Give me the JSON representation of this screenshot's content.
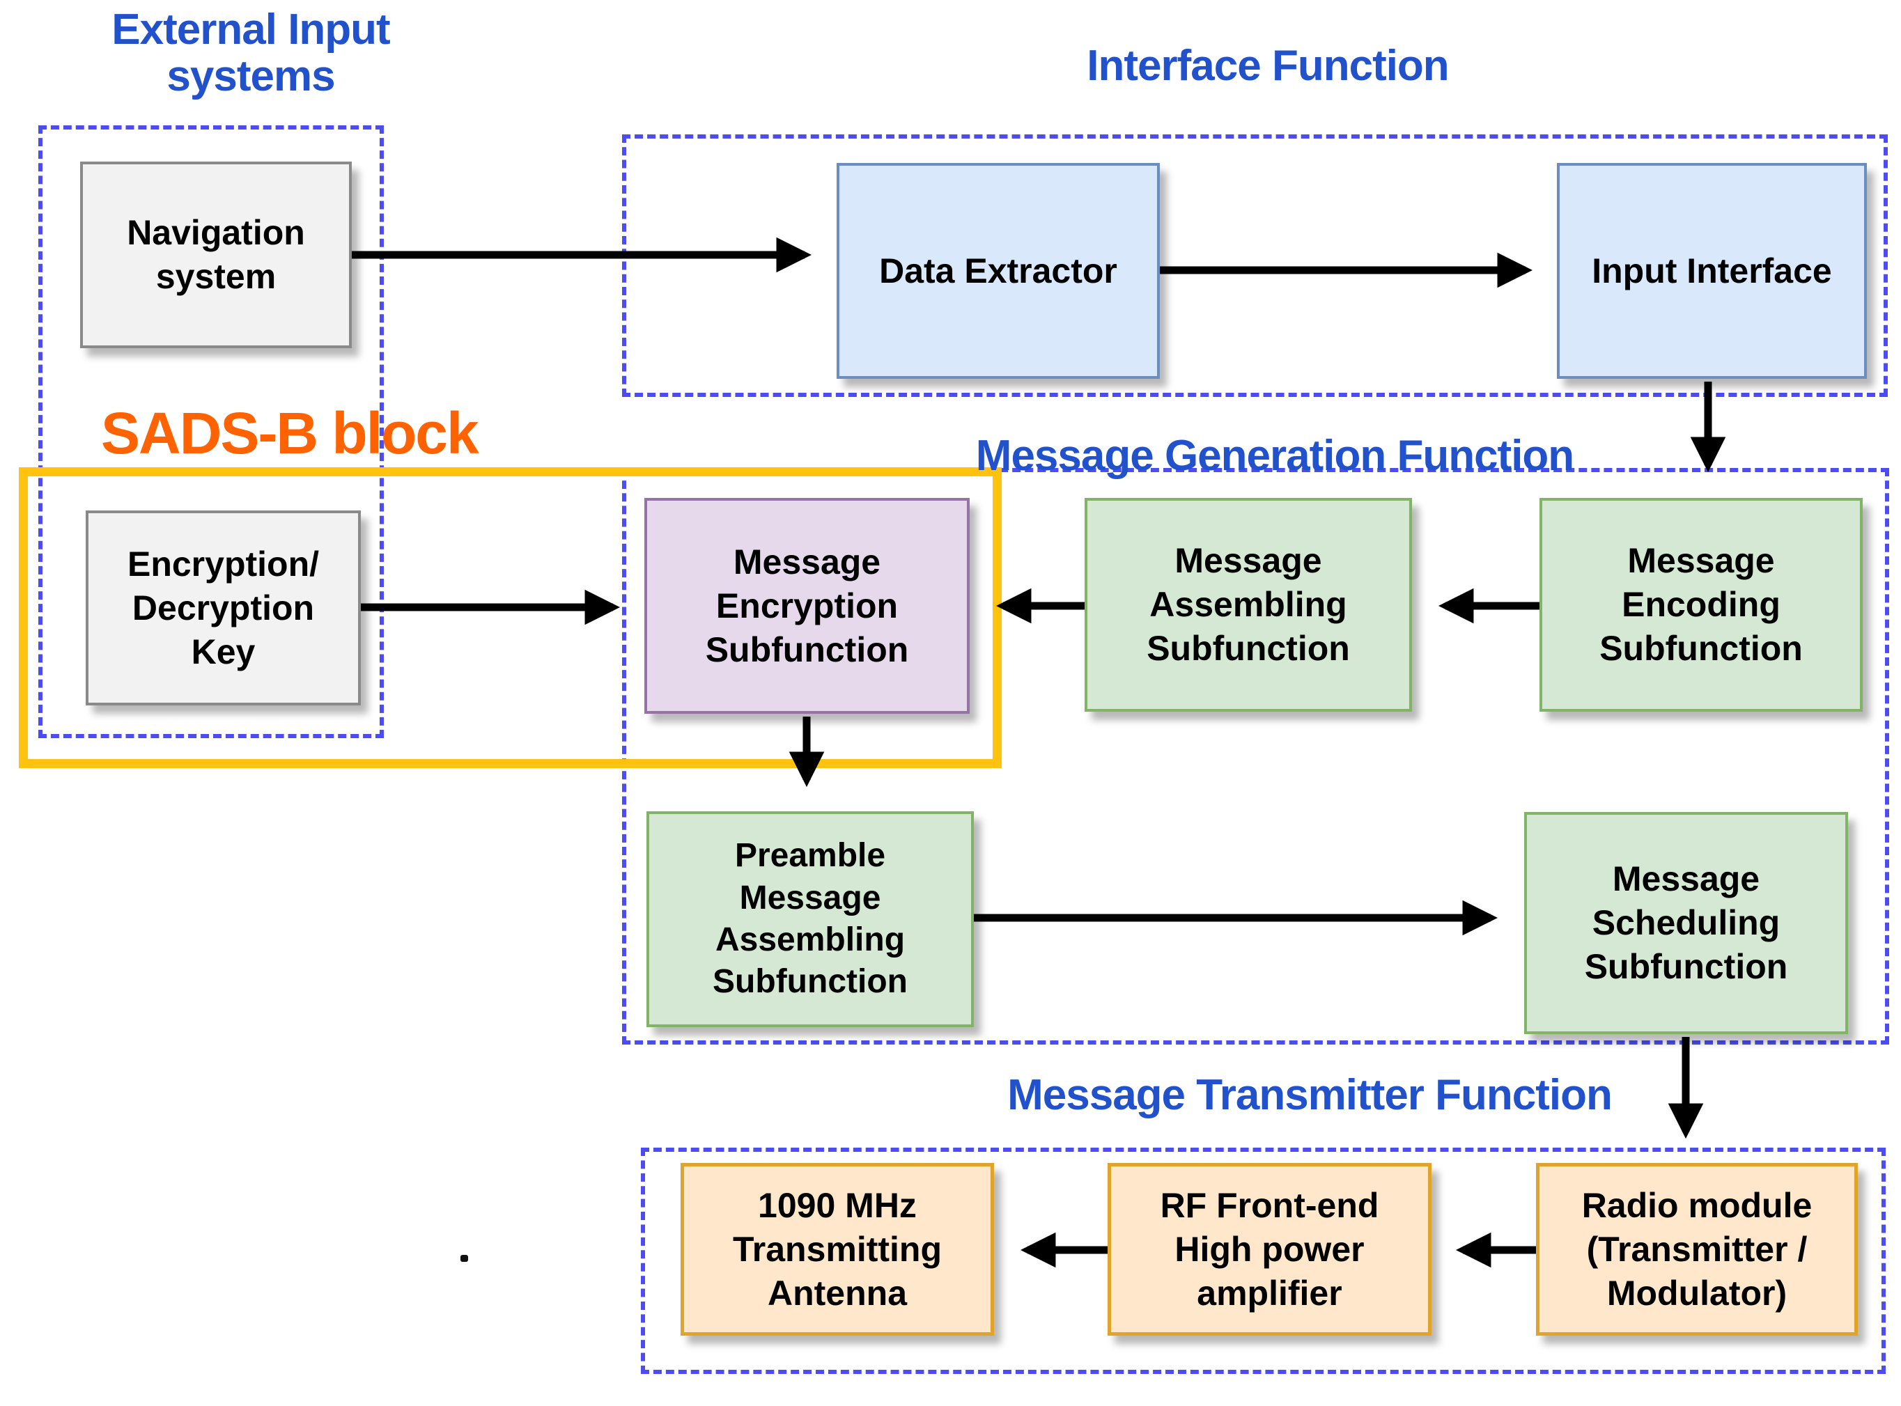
{
  "groups": {
    "external_input": {
      "label": "External Input\nsystems"
    },
    "interface": {
      "label": "Interface Function"
    },
    "message_generation": {
      "label": "Message Generation Function"
    },
    "message_transmitter": {
      "label": "Message Transmitter Function"
    },
    "sadsb": {
      "label": "SADS-B block"
    }
  },
  "blocks": {
    "navigation": {
      "label": "Navigation\nsystem"
    },
    "data_extractor": {
      "label": "Data Extractor"
    },
    "input_interface": {
      "label": "Input Interface"
    },
    "encryption_key": {
      "label": "Encryption/\nDecryption\nKey"
    },
    "message_encryption": {
      "label": "Message\nEncryption\nSubfunction"
    },
    "message_assembling": {
      "label": "Message\nAssembling\nSubfunction"
    },
    "message_encoding": {
      "label": "Message\nEncoding\nSubfunction"
    },
    "preamble": {
      "label": "Preamble\nMessage\nAssembling\nSubfunction"
    },
    "scheduling": {
      "label": "Message\nScheduling\nSubfunction"
    },
    "antenna": {
      "label": "1090 MHz\nTransmitting\nAntenna"
    },
    "rf_frontend": {
      "label": "RF Front-end\nHigh power\namplifier"
    },
    "radio_module": {
      "label": "Radio module\n(Transmitter /\nModulator)"
    }
  },
  "colors": {
    "group_border": "#4c4cf0",
    "group_label": "#2251cc",
    "sadsb_border": "#ffc20e",
    "sadsb_label": "#ff6200",
    "gray_fill": "#f2f2f2",
    "gray_border": "#8a8a8a",
    "blue_fill": "#dae8fc",
    "blue_border": "#6c8ebf",
    "green_fill": "#d5e8d4",
    "green_border": "#82b366",
    "purple_fill": "#e6d9ec",
    "purple_border": "#9673a6",
    "orange_fill": "#ffe7cb",
    "orange_border": "#e0a42a",
    "arrow": "#000000"
  }
}
